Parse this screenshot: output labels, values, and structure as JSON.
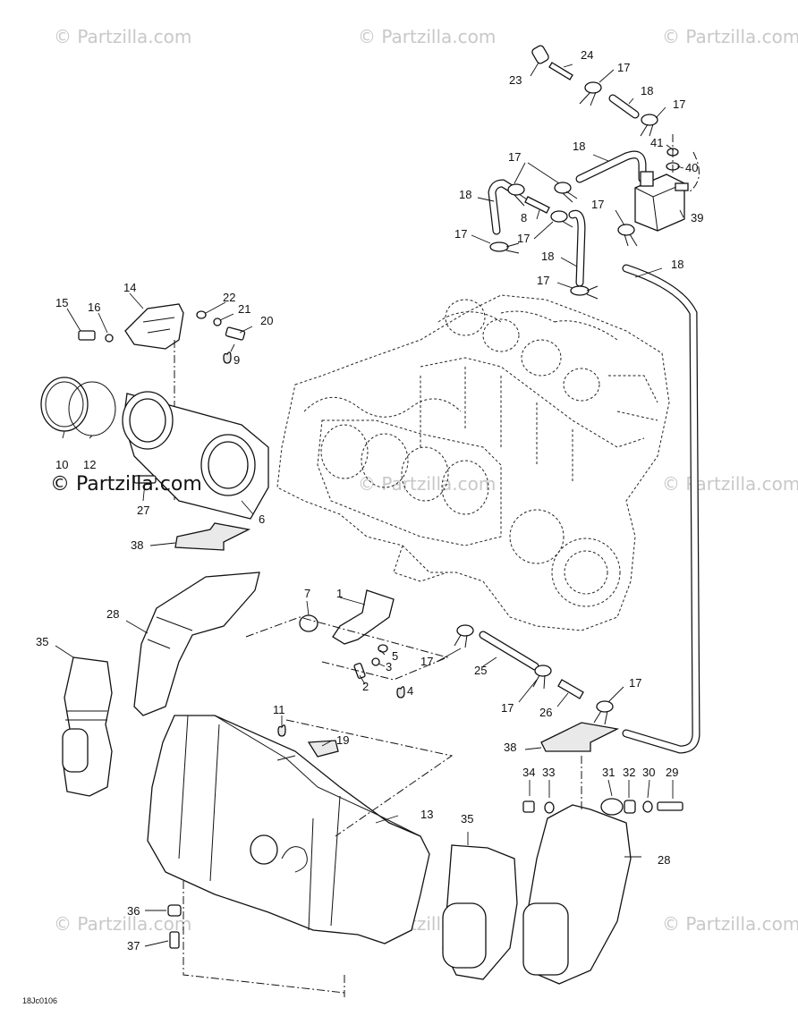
{
  "diagram": {
    "drawing_code": "18Jc0106",
    "watermark_main": "© Partzilla.com",
    "watermark_faint": "© Partzilla.com",
    "drop_symbol": "💧",
    "callouts": {
      "c1": "1",
      "c2": "2",
      "c3": "3",
      "c4": "4",
      "c5": "5",
      "c6": "6",
      "c7": "7",
      "c8": "8",
      "c9": "9",
      "c10": "10",
      "c11": "11",
      "c12": "12",
      "c13": "13",
      "c14": "14",
      "c15": "15",
      "c16": "16",
      "c17": "17",
      "c18": "18",
      "c19": "19",
      "c20": "20",
      "c21": "21",
      "c22": "22",
      "c23": "23",
      "c24": "24",
      "c25": "25",
      "c26": "26",
      "c27": "27",
      "c28": "28",
      "c29": "29",
      "c30": "30",
      "c31": "31",
      "c32": "32",
      "c33": "33",
      "c34": "34",
      "c35": "35",
      "c36": "36",
      "c37": "37",
      "c38": "38",
      "c39": "39",
      "c40": "40",
      "c41": "41"
    }
  }
}
